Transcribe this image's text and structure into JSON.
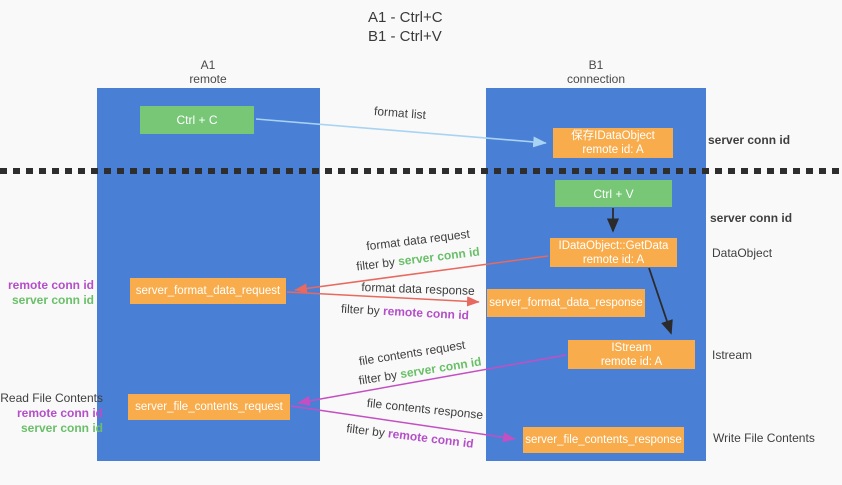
{
  "title": {
    "line1": "A1 - Ctrl+C",
    "line2": "B1 - Ctrl+V"
  },
  "lifelines": {
    "left": {
      "id": "A1",
      "role": "remote"
    },
    "right": {
      "id": "B1",
      "role": "connection"
    }
  },
  "nodes": {
    "ctrl_c": {
      "label": "Ctrl + C"
    },
    "save_idataobject": {
      "line1": "保存IDataObject",
      "line2": "remote id: A"
    },
    "ctrl_v": {
      "label": "Ctrl + V"
    },
    "getdata": {
      "line1": "IDataObject::GetData",
      "line2": "remote id: A"
    },
    "format_request": {
      "label": "server_format_data_request"
    },
    "format_response": {
      "label": "server_format_data_response"
    },
    "istream": {
      "line1": "IStream",
      "line2": "remote id: A"
    },
    "file_request": {
      "label": "server_file_contents_request"
    },
    "file_response": {
      "label": "server_file_contents_response"
    }
  },
  "arrow_labels": {
    "format_list": "format list",
    "format_data_request": "format data request",
    "format_data_response": "format data response",
    "file_contents_request": "file contents request",
    "file_contents_response": "file contents response",
    "filter_by": "filter by",
    "server_conn_id": "server conn id",
    "remote_conn_id": "remote conn id"
  },
  "side_labels": {
    "server_conn_id_top": "server conn id",
    "server_conn_id_mid": "server conn id",
    "data_object": "DataObject",
    "istream": "Istream",
    "write_file_contents": "Write File Contents",
    "read_file_contents": "Read File Contents",
    "remote_conn_id_format": "remote conn id",
    "server_conn_id_format": "server conn id",
    "remote_conn_id_file": "remote conn id",
    "server_conn_id_file": "server conn id"
  },
  "colors": {
    "lifeline_blue": "#4a7fd6",
    "action_green": "#77c777",
    "message_orange": "#f8ac4b",
    "request_red": "#e8695f",
    "response_magenta": "#c34fc3",
    "format_list_blue": "#a9d3f2",
    "conn_green_text": "#6abf69",
    "conn_purple_text": "#b44fc8"
  }
}
